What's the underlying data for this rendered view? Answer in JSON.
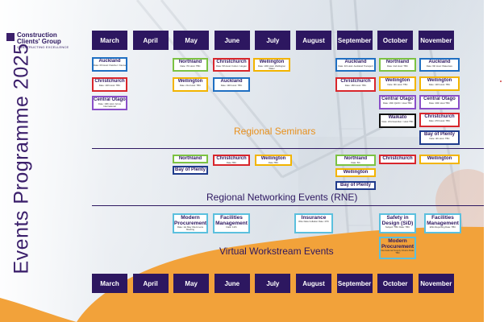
{
  "brand": {
    "name_line1": "Construction",
    "name_line2": "Clients' Group",
    "tagline": "CONSTRUCTING EXCELLENCE",
    "accent": "#2d1760",
    "orange": "#f2a23a"
  },
  "title": "Events Programme 2025",
  "months": [
    "March",
    "April",
    "May",
    "June",
    "July",
    "August",
    "September",
    "October",
    "November"
  ],
  "sections": {
    "seminars": "Regional Seminars",
    "rne": "Regional Networking Events (RNE)",
    "workstream": "Virtual Workstream Events"
  },
  "events": {
    "mar_auckland": {
      "title": "Auckland",
      "sub": "Date: 6th Host: Fletcher / Fauna"
    },
    "mar_christchurch": {
      "title": "Christchurch",
      "sub": "Date: 13th Host: TBC"
    },
    "mar_central_otago": {
      "title": "Central Otago",
      "sub": "Date: 19th Host: Arrow International"
    },
    "may_northland": {
      "title": "Northland",
      "sub": "Date: 7th Host: TBC"
    },
    "may_wellington": {
      "title": "Wellington",
      "sub": "Date: 21st Host: TBC"
    },
    "jun_christchurch": {
      "title": "Christchurch",
      "sub": "Date: 5th Host: Fulton / Hogan"
    },
    "jun_auckland": {
      "title": "Auckland",
      "sub": "Date: 19th Host: TBC"
    },
    "jul_wellington": {
      "title": "Wellington",
      "sub": "Date: 10th Host: Wellington Water"
    },
    "sep_auckland": {
      "title": "Auckland",
      "sub": "Date: 4th Host: Auckland Transport"
    },
    "sep_christchurch": {
      "title": "Christchurch",
      "sub": "Date: 18th Host: TBC"
    },
    "oct_northland": {
      "title": "Northland",
      "sub": "Date: 2nd Host: TBC"
    },
    "oct_wellington": {
      "title": "Wellington",
      "sub": "Date: 9th Host: TBC"
    },
    "oct_central_otago": {
      "title": "Central Otago",
      "sub": "Date: 16th QLDC / Host TBC"
    },
    "oct_waikato": {
      "title": "Waikato",
      "sub": "Date: 23rd Hamilton / Host TBC"
    },
    "nov_auckland": {
      "title": "Auckland",
      "sub": "Date: 6th Host: Watercare"
    },
    "nov_wellington": {
      "title": "Wellington",
      "sub": "Date: 13th Host: TBC"
    },
    "nov_central_otago": {
      "title": "Central Otago",
      "sub": "Date: 20th Host TBC"
    },
    "nov_christchurch": {
      "title": "Christchurch",
      "sub": "Date: 27th Host: TBC"
    },
    "nov_bay_of_plenty": {
      "title": "Bay of Plenty",
      "sub": "Date: 4th Host: TBC"
    },
    "rne_may_northland": {
      "title": "Northland",
      "sub": ""
    },
    "rne_may_bop": {
      "title": "Bay of Plenty",
      "sub": ""
    },
    "rne_jun_christchurch": {
      "title": "Christchurch",
      "sub": "Date TBC"
    },
    "rne_jul_wellington": {
      "title": "Wellington",
      "sub": "Date TBC"
    },
    "rne_sep_northland": {
      "title": "Northland",
      "sub": "Date: 5th"
    },
    "rne_sep_wellington": {
      "title": "Wellington",
      "sub": ""
    },
    "rne_sep_bop": {
      "title": "Bay of Plenty",
      "sub": ""
    },
    "rne_oct_christchurch": {
      "title": "Christchurch",
      "sub": ""
    },
    "rne_nov_wellington": {
      "title": "Wellington",
      "sub": ""
    },
    "vw_may_procurement": {
      "title": "Modern Procurement",
      "sub": "Date: 1st May Client Lens Meeting"
    },
    "vw_jun_facilities": {
      "title": "Facilities Management",
      "sub": "Date: 12th"
    },
    "vw_aug_insurance": {
      "title": "Insurance",
      "sub": "Wire Data Collation Date: 27th"
    },
    "vw_oct_safety": {
      "title": "Safety in Design (SiD)",
      "sub": "Subject: TBC Date: TBC"
    },
    "vw_oct_procurement": {
      "title": "Modern Procurement",
      "sub": "International Supply Chains Date: TBC"
    },
    "vw_nov_facilities": {
      "title": "Facilities Management",
      "sub": "ESG Reporting Date: TBC"
    }
  }
}
